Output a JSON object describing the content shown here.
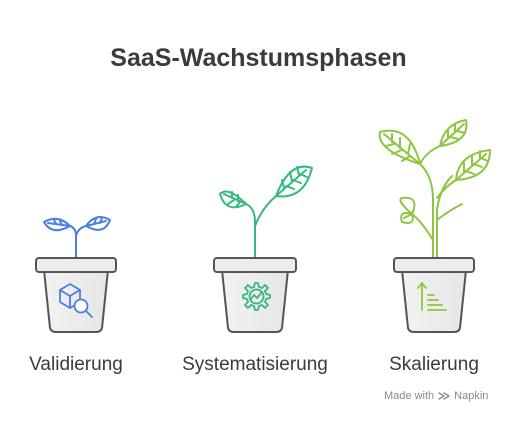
{
  "title": "SaaS-Wachstumsphasen",
  "stages": [
    {
      "label": "Validierung",
      "icon": "cube-magnifier-icon",
      "color": "#4a7fe0"
    },
    {
      "label": "Systematisierung",
      "icon": "gear-chart-icon",
      "color": "#36b97a"
    },
    {
      "label": "Skalierung",
      "icon": "growth-chart-icon",
      "color": "#8cc63f"
    }
  ],
  "credit": {
    "prefix": "Made with",
    "brand": "Napkin"
  }
}
